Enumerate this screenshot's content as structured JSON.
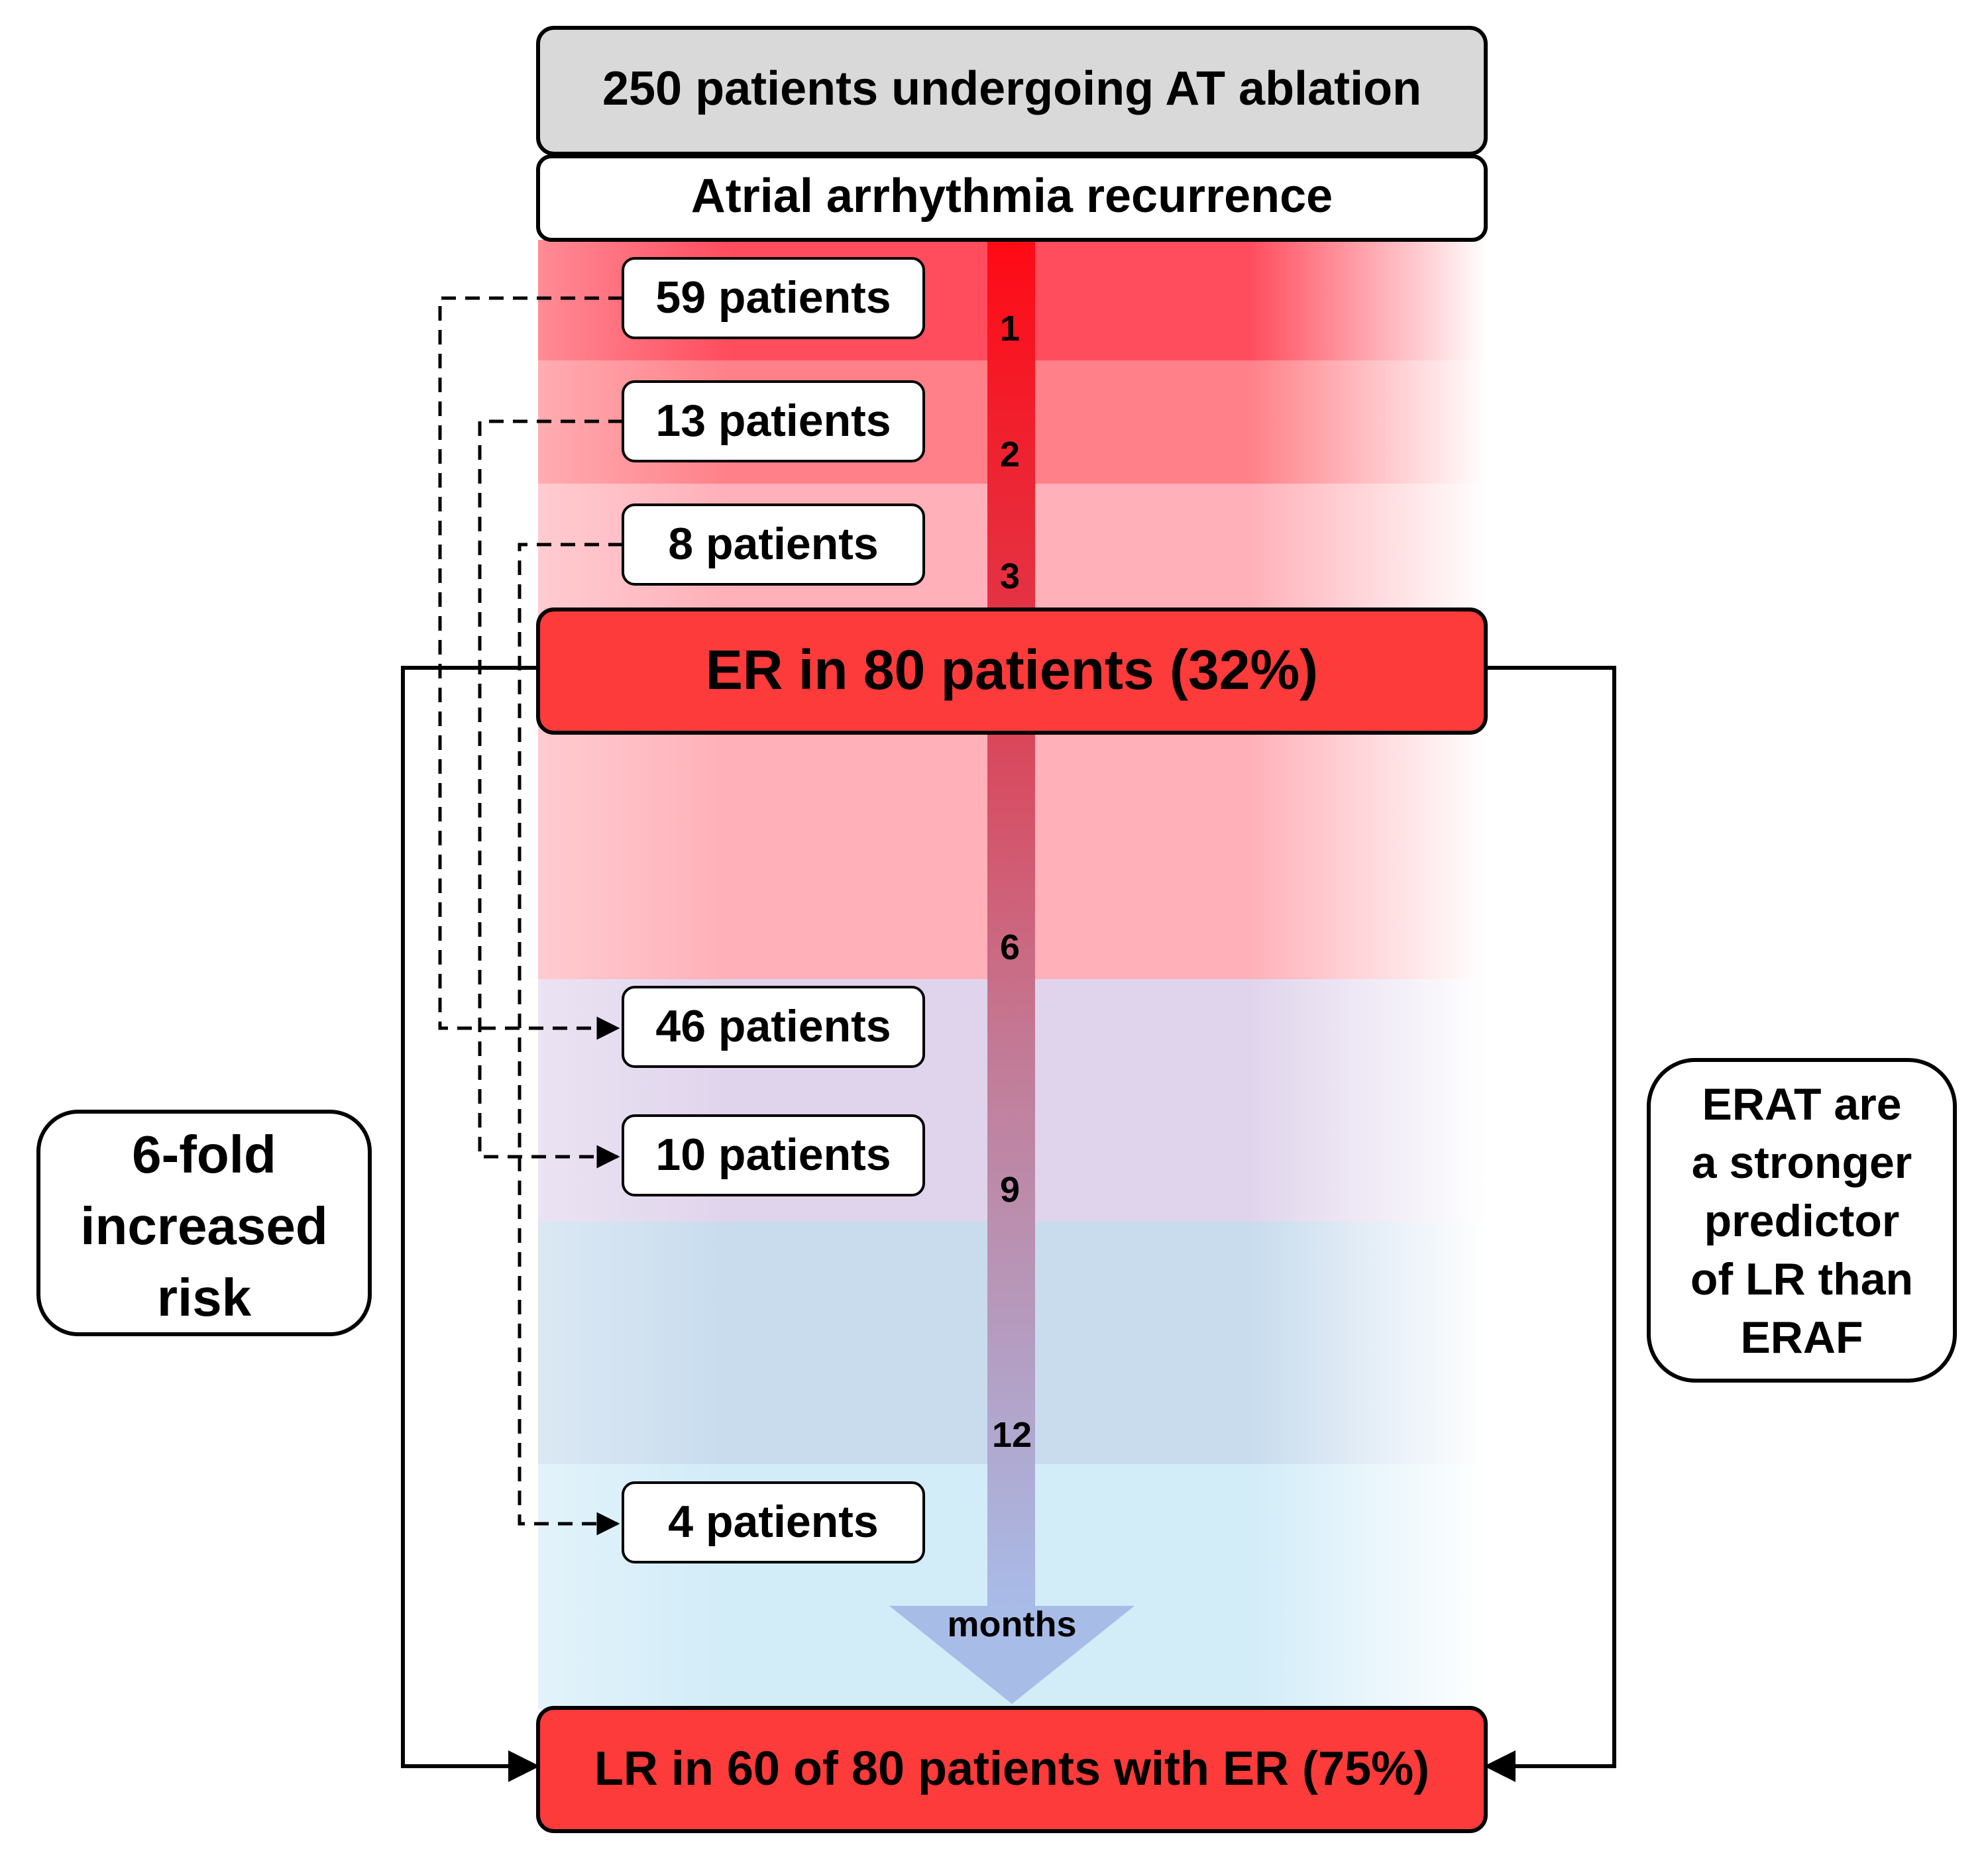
{
  "header": {
    "study_title": "250 patients undergoing AT ablation",
    "subtitle": "Atrial arrhythmia recurrence"
  },
  "early_recurrence": {
    "label": "ER in 80 patients (32%)",
    "groups": [
      {
        "id": "1",
        "label": "59 patients"
      },
      {
        "id": "2",
        "label": "13 patients"
      },
      {
        "id": "3",
        "label": "8 patients"
      }
    ]
  },
  "late_recurrence": {
    "label": "LR in 60 of 80 patients with ER (75%)",
    "groups": [
      {
        "id": "1",
        "label": "46 patients"
      },
      {
        "id": "2",
        "label": "10 patients"
      },
      {
        "id": "3",
        "label": "4 patients"
      }
    ]
  },
  "timeline": {
    "unit_label": "months",
    "ticks": [
      "1",
      "2",
      "3",
      "6",
      "9",
      "12"
    ]
  },
  "notes": {
    "left": [
      "6-fold",
      "increased",
      "risk"
    ],
    "right": [
      "ERAT are",
      "a stronger",
      "predictor",
      "of LR than",
      "ERAF"
    ]
  },
  "colors": {
    "red_box": "#fc3b3a",
    "gray_box": "#d9d9d9",
    "band_red_strong": "#ff4d5e",
    "band_pink": "#ffb0b8",
    "band_lavender": "#e0d4ec",
    "band_blue": "#c8dcee",
    "band_light_blue": "#d2ecf8",
    "arrow_top": "#ff0a14",
    "arrow_bottom": "#a8bce8"
  }
}
